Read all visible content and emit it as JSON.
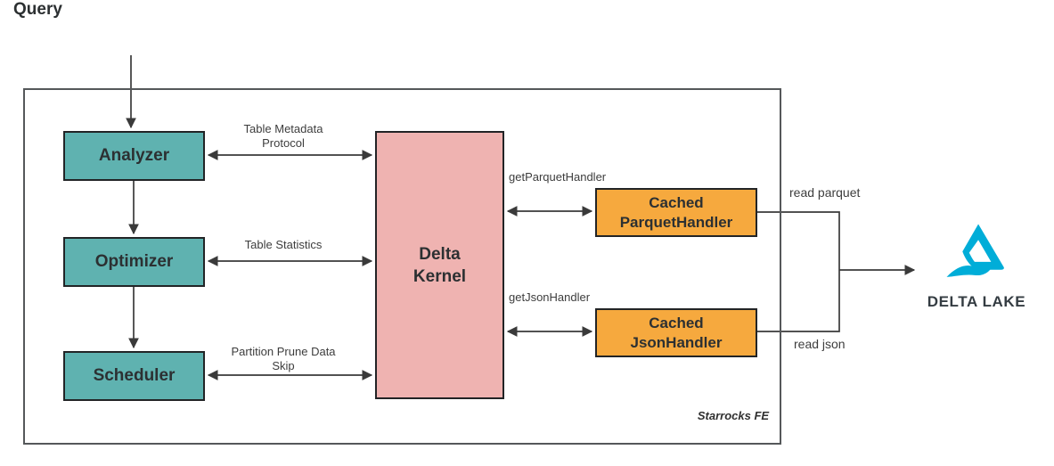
{
  "colors": {
    "teal_node": "#5FB2B0",
    "pink_node": "#EFB3B1",
    "orange_node": "#F6A93E",
    "node_border": "#222426",
    "outer_border": "#55585a",
    "wire": "#3a3a3a",
    "delta_lake_cyan": "#00ADD8"
  },
  "query": {
    "label": "Query"
  },
  "container": {
    "label_line1": "Starrocks",
    "label_line2": "FE"
  },
  "nodes": {
    "analyzer": {
      "label": "Analyzer"
    },
    "optimizer": {
      "label": "Optimizer"
    },
    "scheduler": {
      "label": "Scheduler"
    },
    "delta_kernel": {
      "line1": "Delta",
      "line2": "Kernel"
    },
    "cached_parquet_handler": {
      "line1": "Cached",
      "line2": "ParquetHandler"
    },
    "cached_json_handler": {
      "line1": "Cached",
      "line2": "JsonHandler"
    }
  },
  "edges": {
    "analyzer_kernel": {
      "line1": "Table Metadata",
      "line2": "Protocol"
    },
    "optimizer_kernel": {
      "label": "Table Statistics"
    },
    "scheduler_kernel": {
      "line1": "Partition Prune",
      "line2": "Data Skip"
    },
    "kernel_parquet": {
      "label": "getParquetHandler"
    },
    "kernel_json": {
      "label": "getJsonHandler"
    },
    "parquet_out": {
      "label": "read parquet"
    },
    "json_out": {
      "label": "read json"
    }
  },
  "logo": {
    "label": "DELTA LAKE"
  }
}
